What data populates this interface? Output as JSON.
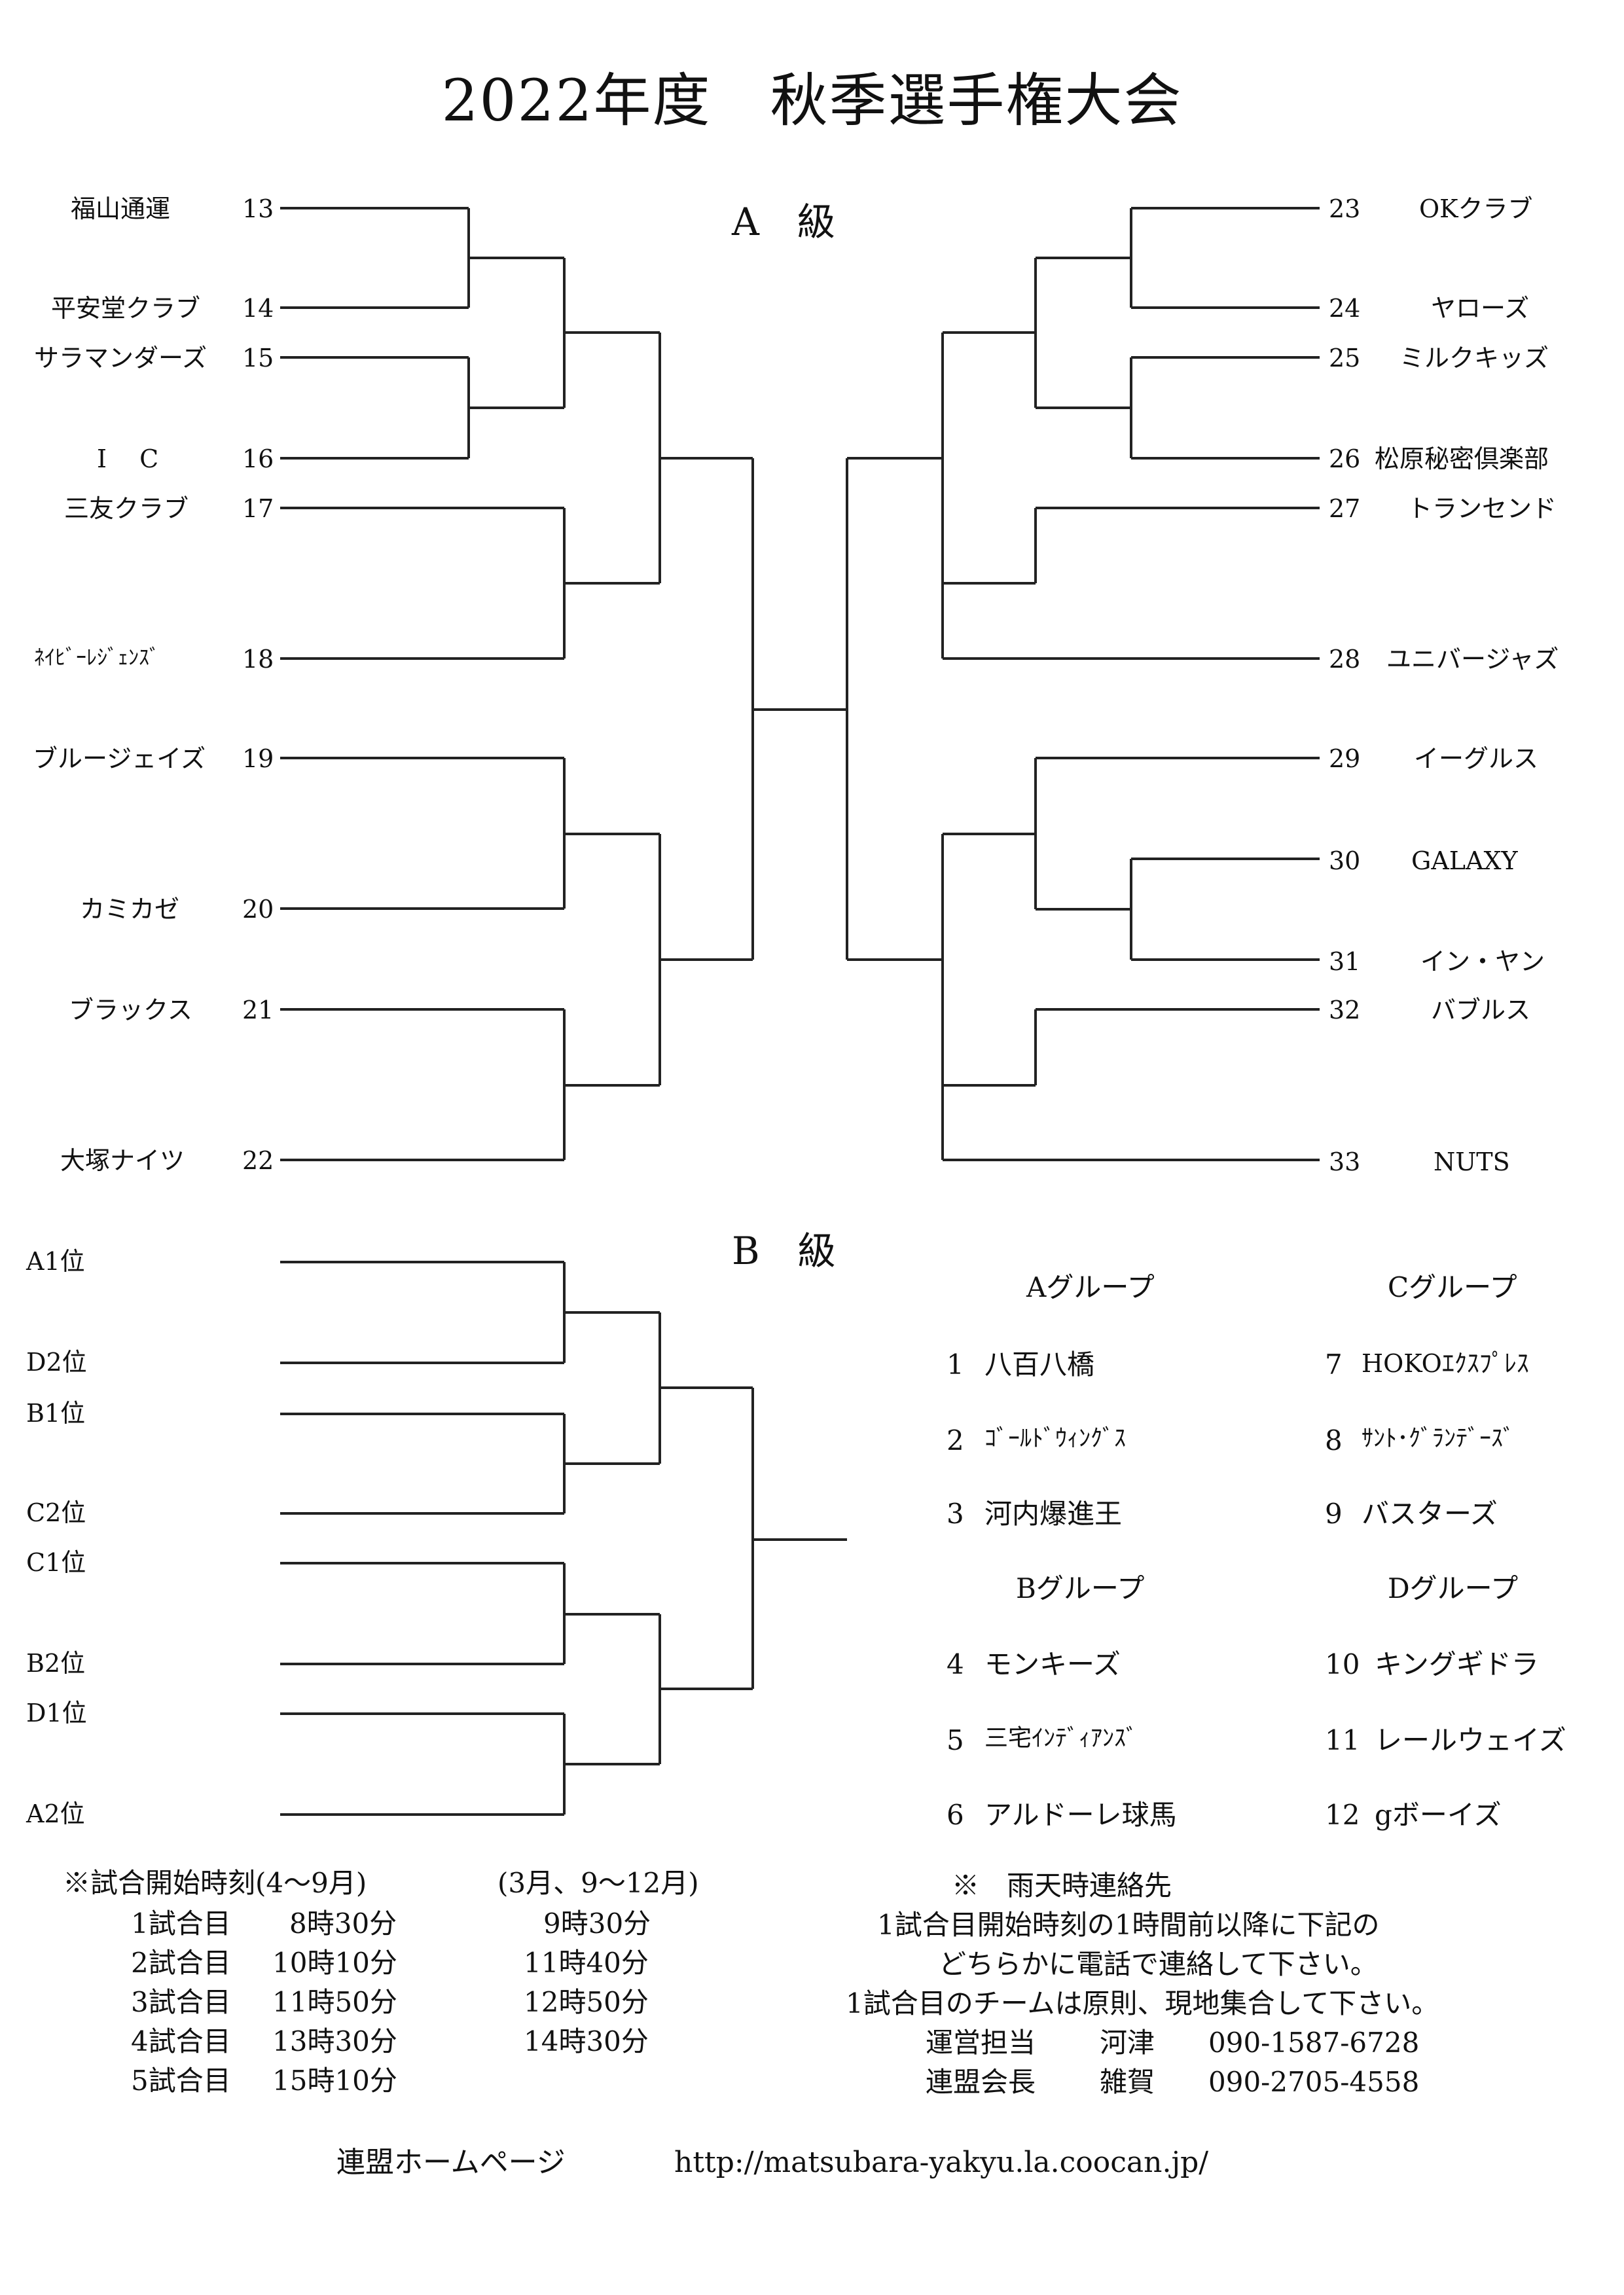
{
  "title": "2022年度　秋季選手権大会",
  "a_class": {
    "label": "A　級",
    "left": [
      {
        "name": "福山通運",
        "seed": "13"
      },
      {
        "name": "平安堂クラブ",
        "seed": "14"
      },
      {
        "name": "サラマンダーズ",
        "seed": "15"
      },
      {
        "name": "I　 C",
        "seed": "16"
      },
      {
        "name": "三友クラブ",
        "seed": "17"
      },
      {
        "name": "ﾈｲﾋﾞｰﾚｼﾞｪﾝｽﾞ",
        "seed": "18"
      },
      {
        "name": "ブルージェイズ",
        "seed": "19"
      },
      {
        "name": "カミカゼ",
        "seed": "20"
      },
      {
        "name": "ブラックス",
        "seed": "21"
      },
      {
        "name": "大塚ナイツ",
        "seed": "22"
      }
    ],
    "right": [
      {
        "seed": "23",
        "name": "OKクラブ"
      },
      {
        "seed": "24",
        "name": "ヤローズ"
      },
      {
        "seed": "25",
        "name": "ミルクキッズ"
      },
      {
        "seed": "26",
        "name": "松原秘密倶楽部"
      },
      {
        "seed": "27",
        "name": "トランセンド"
      },
      {
        "seed": "28",
        "name": "ユニバージャズ"
      },
      {
        "seed": "29",
        "name": "イーグルス"
      },
      {
        "seed": "30",
        "name": "GALAXY"
      },
      {
        "seed": "31",
        "name": "イン・ヤン"
      },
      {
        "seed": "32",
        "name": "バブルス"
      },
      {
        "seed": "33",
        "name": "NUTS"
      }
    ]
  },
  "b_class": {
    "label": "B　級",
    "slots": [
      "A1位",
      "D2位",
      "B1位",
      "C2位",
      "C1位",
      "B2位",
      "D1位",
      "A2位"
    ],
    "groups": [
      {
        "name": "Aグループ",
        "teams": [
          {
            "no": "1",
            "name": "八百八橋"
          },
          {
            "no": "2",
            "name": "ｺﾞｰﾙﾄﾞｳｨﾝｸﾞｽ"
          },
          {
            "no": "3",
            "name": "河内爆進王"
          }
        ]
      },
      {
        "name": "Cグループ",
        "teams": [
          {
            "no": "7",
            "name": "HOKOｴｸｽﾌﾟﾚｽ"
          },
          {
            "no": "8",
            "name": "ｻﾝﾄ･ｸﾞﾗﾝﾃﾞｰｽﾞ"
          },
          {
            "no": "9",
            "name": "バスターズ"
          }
        ]
      },
      {
        "name": "Bグループ",
        "teams": [
          {
            "no": "4",
            "name": "モンキーズ"
          },
          {
            "no": "5",
            "name": "三宅ｲﾝﾃﾞｨｱﾝｽﾞ"
          },
          {
            "no": "6",
            "name": "アルドーレ球馬"
          }
        ]
      },
      {
        "name": "Dグループ",
        "teams": [
          {
            "no": "10",
            "name": "キングギドラ"
          },
          {
            "no": "11",
            "name": "レールウェイズ"
          },
          {
            "no": "12",
            "name": "gボーイズ"
          }
        ]
      }
    ]
  },
  "schedule": {
    "header_a": "※試合開始時刻(4～9月)",
    "header_b": "(3月、9～12月)",
    "rows": [
      {
        "game": "1試合目",
        "time_a": "8時30分",
        "time_b": "9時30分"
      },
      {
        "game": "2試合目",
        "time_a": "10時10分",
        "time_b": "11時40分"
      },
      {
        "game": "3試合目",
        "time_a": "11時50分",
        "time_b": "12時50分"
      },
      {
        "game": "4試合目",
        "time_a": "13時30分",
        "time_b": "14時30分"
      },
      {
        "game": "5試合目",
        "time_a": "15時10分",
        "time_b": ""
      }
    ]
  },
  "rain": {
    "header": "※　雨天時連絡先",
    "line1": "1試合目開始時刻の1時間前以降に下記の",
    "line2": "どちらかに電話で連絡して下さい。",
    "line3": "1試合目のチームは原則、現地集合して下さい。",
    "contacts": [
      {
        "role": "運営担当",
        "name": "河津",
        "phone": "090-1587-6728"
      },
      {
        "role": "連盟会長",
        "name": "雑賀",
        "phone": "090-2705-4558"
      }
    ]
  },
  "footer": {
    "label": "連盟ホームページ",
    "url": "http://matsubara-yakyu.la.coocan.jp/"
  }
}
